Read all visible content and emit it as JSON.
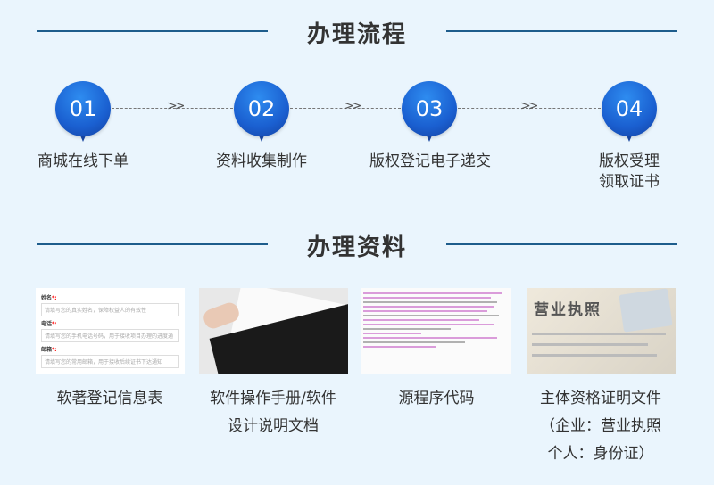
{
  "sections": {
    "process_title": "办理流程",
    "materials_title": "办理资料"
  },
  "steps": [
    {
      "num": "01",
      "label": "商城在线下单"
    },
    {
      "num": "02",
      "label": "资料收集制作"
    },
    {
      "num": "03",
      "label": "版权登记电子递交"
    },
    {
      "num": "04",
      "label": "版权受理\n领取证书"
    }
  ],
  "arrow_glyph": ">>",
  "materials": [
    {
      "caption": "软著登记信息表"
    },
    {
      "caption": "软件操作手册/软件\n设计说明文档"
    },
    {
      "caption": "源程序代码"
    },
    {
      "caption": "主体资格证明文件\n（企业：营业执照\n个人：身份证）"
    }
  ],
  "form_preview": {
    "name_label": "姓名",
    "name_ph": "请填写您的真实姓名，保障权益人的有效性",
    "phone_label": "电话",
    "phone_ph": "请填写您的手机电话号码，用于接收项目办理的进度通",
    "email_label": "邮箱",
    "email_ph": "请填写您的常用邮箱，用于接收后续证书下达通知",
    "required_mark": "*:"
  },
  "license_preview": {
    "title": "营业执照"
  },
  "colors": {
    "background": "#eaf5fd",
    "line": "#1e5d8c",
    "circle": "#1a5fd0"
  }
}
